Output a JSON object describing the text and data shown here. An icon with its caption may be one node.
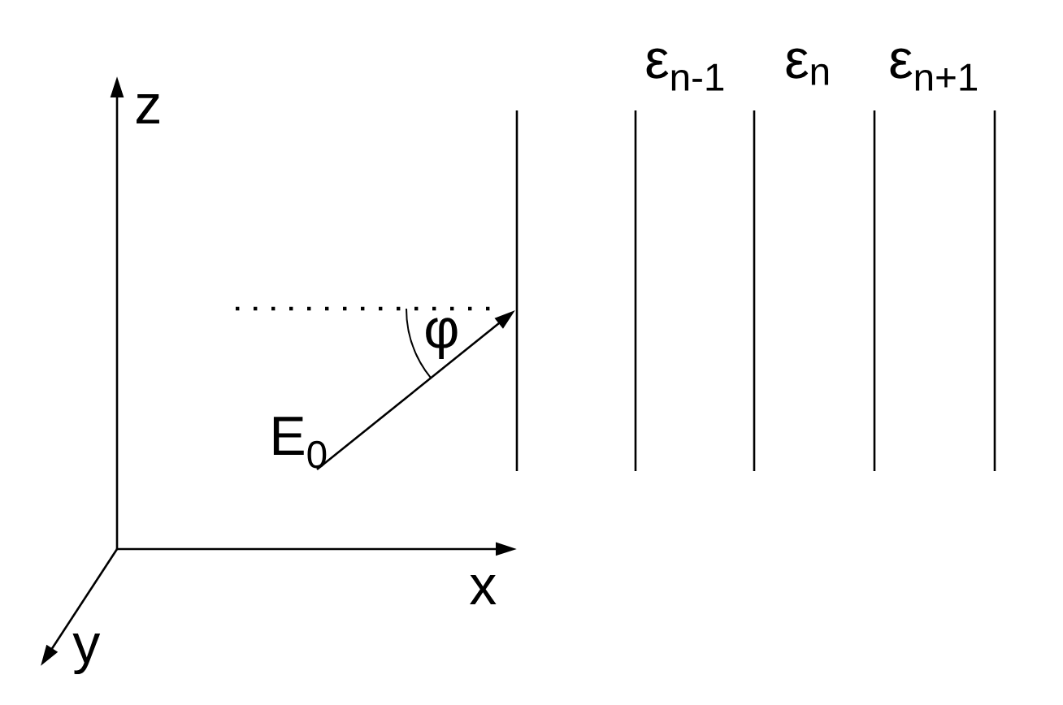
{
  "diagram": {
    "labels": [
      "ε$_{n-1}$",
      "ε$_{n}$",
      "ε$_{n+1}$",
      "z",
      "φ",
      "E$_{0}$",
      "x",
      "y"
    ]
  }
}
